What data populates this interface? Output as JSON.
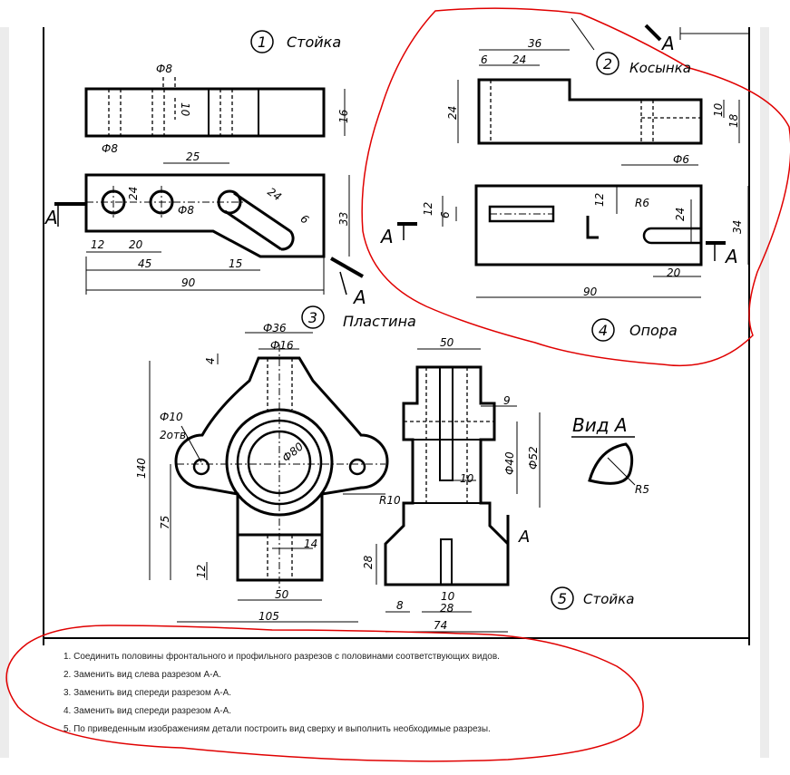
{
  "parts": [
    {
      "num": "1",
      "name": "Стойка"
    },
    {
      "num": "2",
      "name": "Косынка"
    },
    {
      "num": "3",
      "name": "Пластина"
    },
    {
      "num": "4",
      "name": "Опора"
    },
    {
      "num": "5",
      "name": "Стойка"
    }
  ],
  "section_letter": "A",
  "view_label": "Вид А",
  "dims": {
    "p1": [
      "Ф8",
      "10",
      "16",
      "Ф8",
      "25",
      "24",
      "Ф8",
      "24",
      "6",
      "33",
      "12",
      "20",
      "45",
      "15",
      "90"
    ],
    "p2": [
      "36",
      "6",
      "24",
      "24",
      "10",
      "18",
      "Ф6"
    ],
    "p4": [
      "12",
      "6",
      "12",
      "R6",
      "24",
      "34",
      "20",
      "90"
    ],
    "p3": [
      "Ф36",
      "Ф16",
      "4",
      "Ф10",
      "2отв.",
      "Ф80",
      "140",
      "75",
      "R10",
      "14",
      "12",
      "50",
      "105"
    ],
    "p5": [
      "50",
      "9",
      "Ф52",
      "Ф40",
      "10",
      "28",
      "8",
      "10",
      "28",
      "74"
    ],
    "va": [
      "R5"
    ]
  },
  "tasks": [
    "1. Соединить половины фронтального и профильного разрезов с половинами соответствующих видов.",
    "2. Заменить вид слева разрезом А-А.",
    "3. Заменить вид спереди разрезом А-А.",
    "4. Заменить вид спереди разрезом А-А.",
    "5. По приведенным изображениям детали построить вид сверху и выполнить необходимые разрезы."
  ]
}
